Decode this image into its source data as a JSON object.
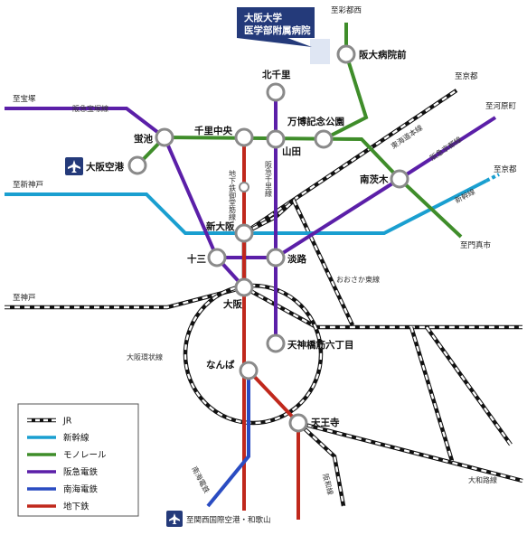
{
  "callout": {
    "line1": "大阪大学",
    "line2": "医学部附属病院"
  },
  "stations": {
    "handai": "阪大病院前",
    "senri": "北千里",
    "banpaku": "万博記念公園",
    "yamada": "山田",
    "senrichuo": "千里中央",
    "hotarugaike": "蛍池",
    "airport": "大阪空港",
    "ibaraki": "南茨木",
    "shinosaka": "新大阪",
    "juso": "十三",
    "awaji": "淡路",
    "osaka": "大阪",
    "tenroku": "天神橋筋六丁目",
    "namba": "なんば",
    "tennoji": "天王寺"
  },
  "destinations": {
    "saito": "至彩都西",
    "kyoto1": "至京都",
    "takarazuka": "至宝塚",
    "kawaramachi": "至河原町",
    "kyoto2": "至京都",
    "shinkobe": "至新神戸",
    "kadoma": "至門真市",
    "kobe": "至神戸",
    "kix": "至関西国際空港・和歌山"
  },
  "line_names": {
    "takarazuka": "阪急宝塚線",
    "tokaido": "東海道本線",
    "kyoto": "阪急京都線",
    "shinkansen": "新幹線",
    "midosuji": "地下鉄御堂筋線",
    "senri": "阪急千里線",
    "higashi": "おおさか東線",
    "loop": "大阪環状線",
    "nankai": "南海電鉄",
    "hanwa": "阪和線",
    "yamatoji": "大和路線"
  },
  "legend": [
    {
      "label": "JR",
      "color": "#111111",
      "style": "jr"
    },
    {
      "label": "新幹線",
      "color": "#1a9fd0",
      "style": "solid"
    },
    {
      "label": "モノレール",
      "color": "#3f8d2a",
      "style": "solid"
    },
    {
      "label": "阪急電鉄",
      "color": "#5b1fa8",
      "style": "solid"
    },
    {
      "label": "南海電鉄",
      "color": "#2a4cc2",
      "style": "solid"
    },
    {
      "label": "地下鉄",
      "color": "#c0281c",
      "style": "solid"
    }
  ],
  "colors": {
    "monorail": "#3f8d2a",
    "hankyu": "#5b1fa8",
    "shinkansen": "#1a9fd0",
    "subway": "#c0281c",
    "nankai": "#2a4cc2",
    "jr": "#111111",
    "callout_bg": "#243a7a"
  },
  "icons": {
    "airport": "airplane-icon",
    "kix_airport": "airplane-icon"
  }
}
